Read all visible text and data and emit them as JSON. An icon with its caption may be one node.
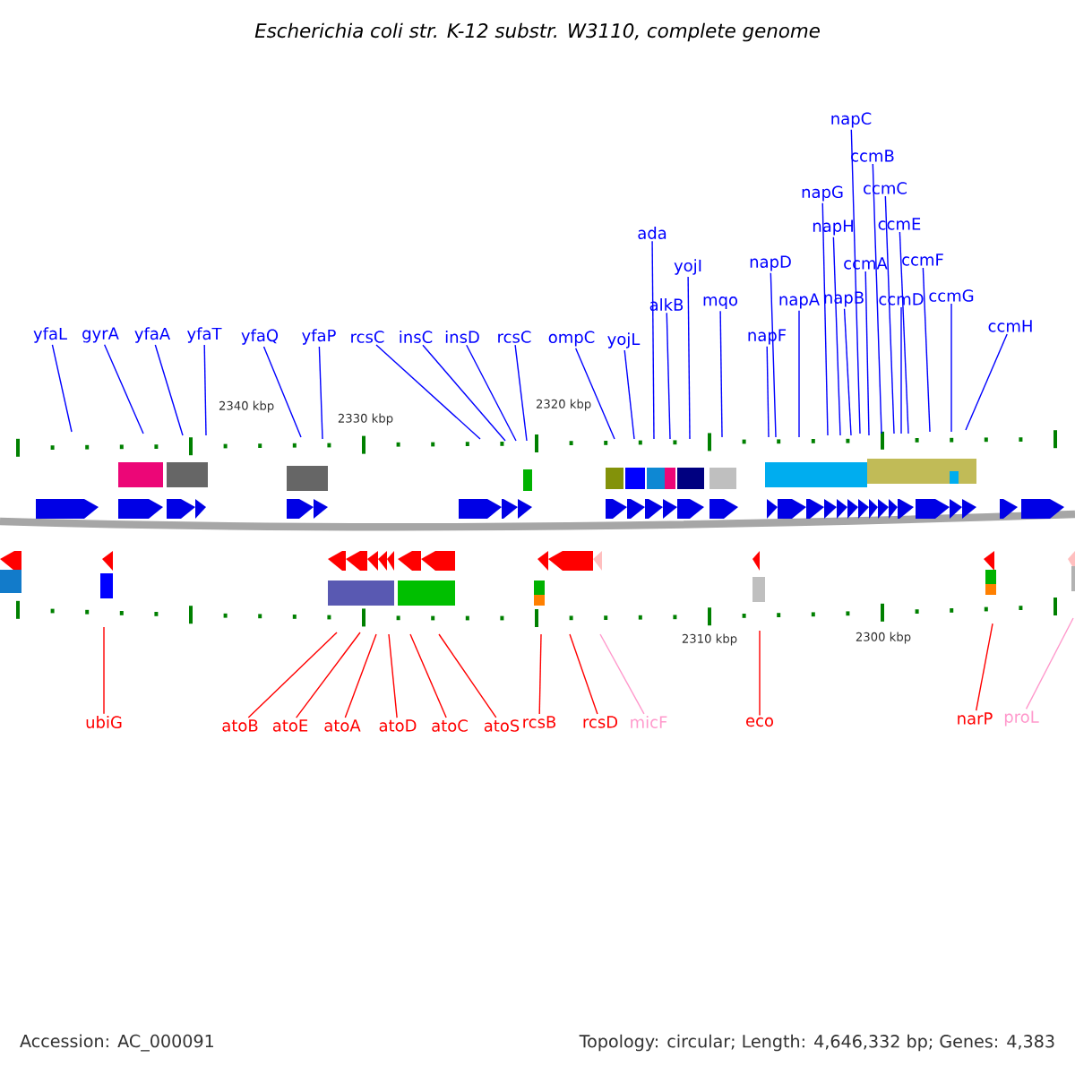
{
  "diagram": {
    "title": "Escherichia coli str. K-12 substr. W3110, complete genome",
    "nodes": [
      {
        "text": [
          "yfaL"
        ]
      },
      {
        "text": [
          "gyrA"
        ]
      },
      {
        "text": [
          "yfaA"
        ]
      },
      {
        "text": [
          "yfaT"
        ]
      },
      {
        "text": [
          "yfaQ"
        ]
      },
      {
        "text": [
          "yfaP"
        ]
      },
      {
        "text": [
          "rcsC"
        ]
      },
      {
        "text": [
          "insC"
        ]
      },
      {
        "text": [
          "insD"
        ]
      },
      {
        "text": [
          "rcsC"
        ]
      },
      {
        "text": [
          "ompC"
        ]
      },
      {
        "text": [
          "yojL"
        ]
      },
      {
        "text": [
          "ada"
        ]
      },
      {
        "text": [
          "alkB"
        ]
      },
      {
        "text": [
          "yojI"
        ]
      },
      {
        "text": [
          "mqo"
        ]
      },
      {
        "text": [
          "napD"
        ]
      },
      {
        "text": [
          "napF"
        ]
      },
      {
        "text": [
          "napA"
        ]
      },
      {
        "text": [
          "napG"
        ]
      },
      {
        "text": [
          "napH"
        ]
      },
      {
        "text": [
          "napC"
        ]
      },
      {
        "text": [
          "napB"
        ]
      },
      {
        "text": [
          "ccmA"
        ]
      },
      {
        "text": [
          "ccmB"
        ]
      },
      {
        "text": [
          "ccmC"
        ]
      },
      {
        "text": [
          "ccmE"
        ]
      },
      {
        "text": [
          "ccmD"
        ]
      },
      {
        "text": [
          "ccmF"
        ]
      },
      {
        "text": [
          "ccmG"
        ]
      },
      {
        "text": [
          "ccmH"
        ]
      },
      {
        "text": [
          "ubiG"
        ]
      },
      {
        "text": [
          "atoB"
        ]
      },
      {
        "text": [
          "atoE"
        ]
      },
      {
        "text": [
          "atoA"
        ]
      },
      {
        "text": [
          "atoD"
        ]
      },
      {
        "text": [
          "atoC"
        ]
      },
      {
        "text": [
          "atoS"
        ]
      },
      {
        "text": [
          "rcsB"
        ]
      },
      {
        "text": [
          "rcsD"
        ]
      },
      {
        "text": [
          "micF"
        ]
      },
      {
        "text": [
          "eco"
        ]
      },
      {
        "text": [
          "narP"
        ]
      },
      {
        "text": [
          "proL"
        ]
      }
    ],
    "edges": [
      {
        "from": 0,
        "to": null,
        "arrow": "none"
      },
      {
        "from": 1,
        "to": null,
        "arrow": "none"
      },
      {
        "from": 2,
        "to": null,
        "arrow": "none"
      },
      {
        "from": 3,
        "to": null,
        "arrow": "none"
      },
      {
        "from": 4,
        "to": null,
        "arrow": "none"
      },
      {
        "from": 5,
        "to": null,
        "arrow": "none"
      },
      {
        "from": 6,
        "to": null,
        "arrow": "none"
      },
      {
        "from": 7,
        "to": null,
        "arrow": "none"
      },
      {
        "from": 8,
        "to": null,
        "arrow": "none"
      },
      {
        "from": 9,
        "to": null,
        "arrow": "none"
      },
      {
        "from": 10,
        "to": null,
        "arrow": "none"
      },
      {
        "from": 11,
        "to": null,
        "arrow": "none"
      },
      {
        "from": 12,
        "to": null,
        "arrow": "none"
      },
      {
        "from": 13,
        "to": null,
        "arrow": "none"
      },
      {
        "from": 14,
        "to": null,
        "arrow": "none"
      },
      {
        "from": 15,
        "to": null,
        "arrow": "none"
      },
      {
        "from": 16,
        "to": null,
        "arrow": "none"
      },
      {
        "from": 17,
        "to": null,
        "arrow": "none"
      },
      {
        "from": 18,
        "to": null,
        "arrow": "none"
      },
      {
        "from": 19,
        "to": null,
        "arrow": "none"
      },
      {
        "from": 20,
        "to": null,
        "arrow": "none"
      },
      {
        "from": 21,
        "to": null,
        "arrow": "none"
      },
      {
        "from": 22,
        "to": null,
        "arrow": "none"
      },
      {
        "from": 23,
        "to": null,
        "arrow": "none"
      },
      {
        "from": 24,
        "to": null,
        "arrow": "none"
      },
      {
        "from": 25,
        "to": null,
        "arrow": "none"
      },
      {
        "from": 26,
        "to": null,
        "arrow": "none"
      },
      {
        "from": 27,
        "to": null,
        "arrow": "none"
      },
      {
        "from": 28,
        "to": null,
        "arrow": "none"
      },
      {
        "from": 29,
        "to": null,
        "arrow": "none"
      },
      {
        "from": 30,
        "to": null,
        "arrow": "none"
      },
      {
        "from": 31,
        "to": null,
        "arrow": "none",
        "color": "#ff0000"
      },
      {
        "from": 32,
        "to": null,
        "arrow": "none",
        "color": "#ff0000"
      },
      {
        "from": 33,
        "to": null,
        "arrow": "none",
        "color": "#ff0000"
      },
      {
        "from": 34,
        "to": null,
        "arrow": "none",
        "color": "#ff0000"
      },
      {
        "from": 35,
        "to": null,
        "arrow": "none",
        "color": "#ff0000"
      },
      {
        "from": 36,
        "to": null,
        "arrow": "none",
        "color": "#ff0000"
      },
      {
        "from": 37,
        "to": null,
        "arrow": "none",
        "color": "#ff0000"
      },
      {
        "from": 38,
        "to": null,
        "arrow": "none",
        "color": "#ff0000"
      },
      {
        "from": 39,
        "to": null,
        "arrow": "none",
        "color": "#ff0000"
      },
      {
        "from": 40,
        "to": null,
        "arrow": "none",
        "color": "#ff99cc"
      },
      {
        "from": 41,
        "to": null,
        "arrow": "none",
        "color": "#ff0000"
      },
      {
        "from": 42,
        "to": null,
        "arrow": "none",
        "color": "#ff0000"
      },
      {
        "from": 43,
        "to": null,
        "arrow": "none",
        "color": "#ff99cc"
      }
    ],
    "labels": [
      "2340 kbp",
      "2330 kbp",
      "2320 kbp",
      "2310 kbp",
      "2300 kbp",
      "Accession: AC_000091",
      "Topology: circular; Length: 4,646,332 bp; Genes: 4,383"
    ]
  }
}
